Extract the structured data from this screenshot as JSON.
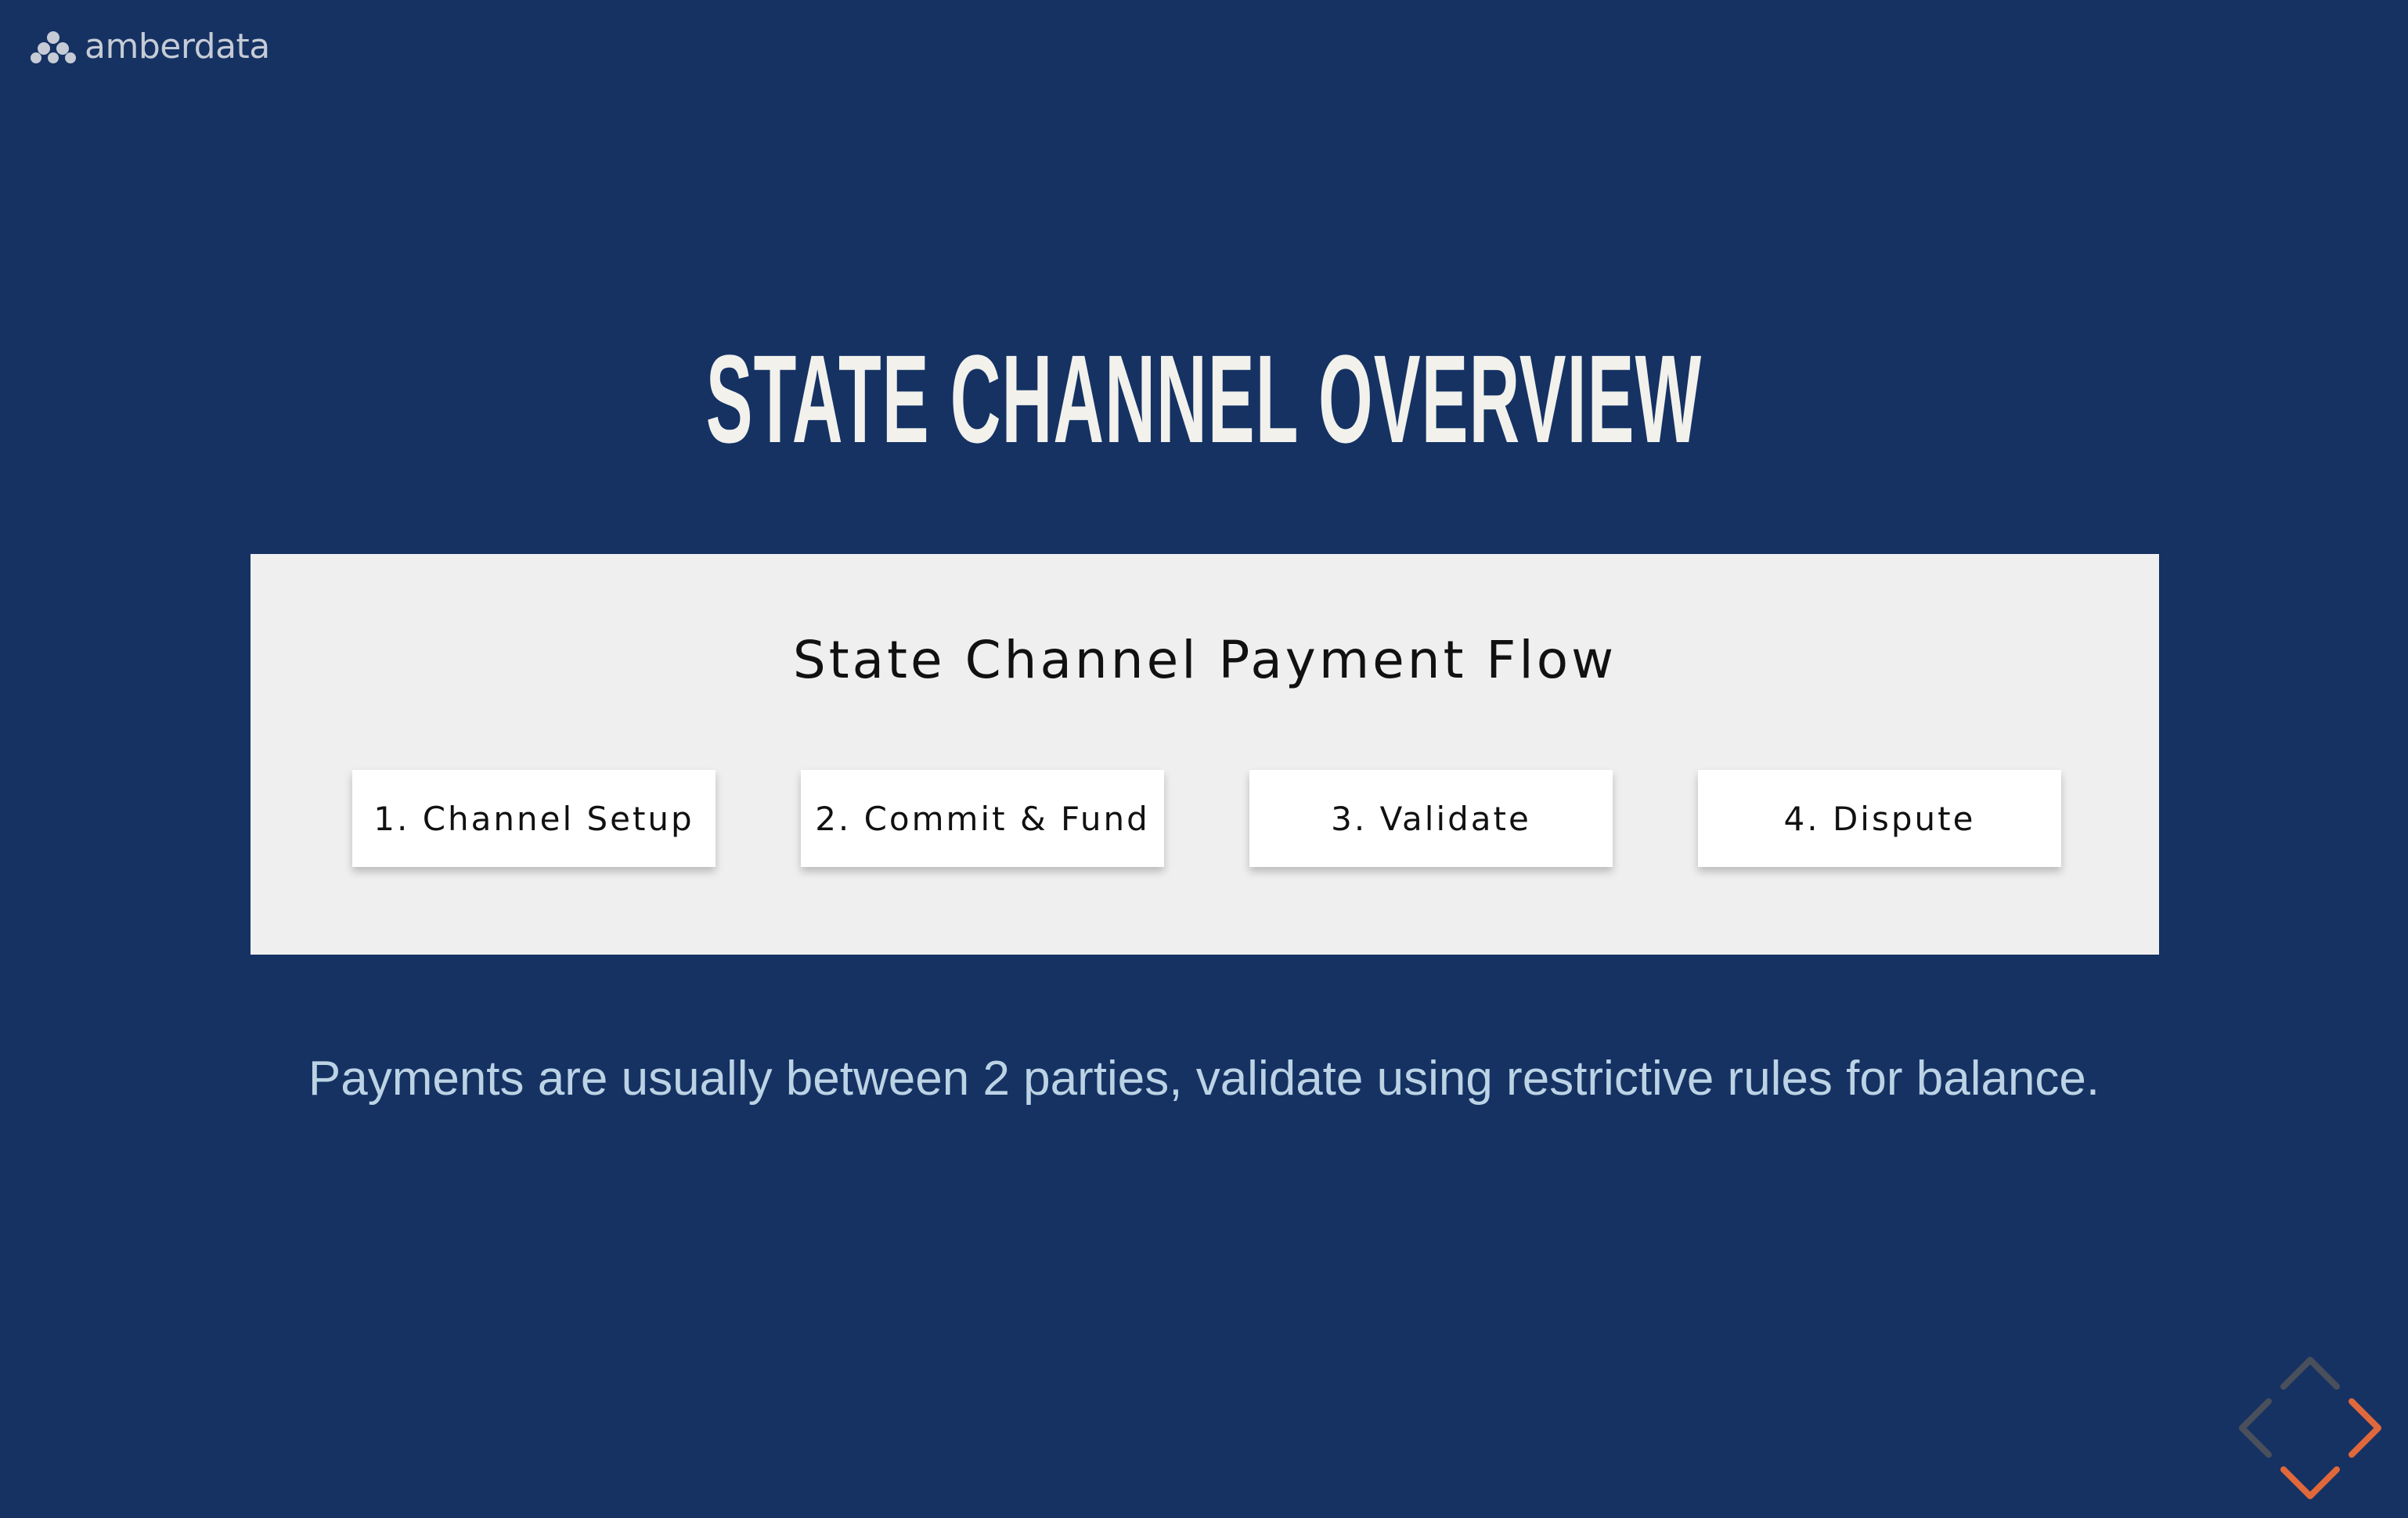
{
  "brand": {
    "logo_text": "amberdata"
  },
  "slide": {
    "title": "STATE CHANNEL OVERVIEW",
    "panel_title": "State Channel Payment Flow",
    "steps": [
      {
        "label": "1. Channel Setup"
      },
      {
        "label": "2. Commit & Fund"
      },
      {
        "label": "3. Validate"
      },
      {
        "label": "4. Dispute"
      }
    ],
    "caption": "Payments are usually between 2 parties, validate using restrictive rules for balance."
  },
  "navigation": {
    "controls": [
      "up-arrow-icon",
      "left-arrow-icon",
      "right-arrow-icon",
      "down-arrow-icon"
    ]
  },
  "colors": {
    "background": "#153263",
    "panel": "#efefef",
    "title": "#f2f1ec",
    "caption": "#bcd3e5",
    "nav_active": "#e0683a",
    "nav_inactive": "#4a4f5c"
  }
}
